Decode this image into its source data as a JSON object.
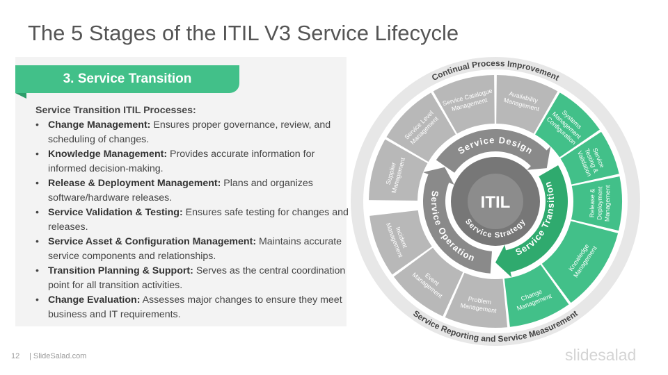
{
  "title": "The 5 Stages of the ITIL V3 Service Lifecycle",
  "ribbon": "3. Service Transition",
  "intro": "Service Transition ITIL Processes:",
  "items": [
    {
      "bold": "Change Management:",
      "text": " Ensures proper governance, review, and scheduling of changes."
    },
    {
      "bold": "Knowledge Management:",
      "text": " Provides accurate information for informed decision-making."
    },
    {
      "bold": "Release & Deployment Management:",
      "text": " Plans and organizes software/hardware releases."
    },
    {
      "bold": "Service Validation & Testing:",
      "text": " Ensures safe testing for changes and releases."
    },
    {
      "bold": "Service Asset & Configuration Management:",
      "text": " Maintains accurate service components and relationships."
    },
    {
      "bold": "Transition Planning & Support:",
      "text": " Serves as the central coordination point for all transition activities."
    },
    {
      "bold": "Change Evaluation:",
      "text": " Assesses major changes to ensure they meet business and IT requirements."
    }
  ],
  "diagram": {
    "outer_top": "Continual Process Improvement",
    "outer_bottom": "Service Reporting and Service Measurement",
    "center": "ITIL",
    "inner": "Service Strategy",
    "design": "Service Design",
    "transition": "Service Transition",
    "operation": "Service Operation",
    "segments": [
      {
        "lines": [
          "Supplier",
          "Management"
        ],
        "highlight": false
      },
      {
        "lines": [
          "Service Level",
          "Management"
        ],
        "highlight": false
      },
      {
        "lines": [
          "Service Catalogue",
          "Management"
        ],
        "highlight": false
      },
      {
        "lines": [
          "Availability",
          "Management"
        ],
        "highlight": false
      },
      {
        "lines": [
          "Systems",
          "Management",
          "Configuration"
        ],
        "highlight": true
      },
      {
        "lines": [
          "Service",
          "Testing &",
          "Validation"
        ],
        "highlight": true
      },
      {
        "lines": [
          "Release &",
          "Deployment",
          "Management"
        ],
        "highlight": true
      },
      {
        "lines": [
          "Knowledge",
          "Management"
        ],
        "highlight": true
      },
      {
        "lines": [
          "Change",
          "Management"
        ],
        "highlight": true
      },
      {
        "lines": [
          "Problem",
          "Management"
        ],
        "highlight": false
      },
      {
        "lines": [
          "Event",
          "Management"
        ],
        "highlight": false
      },
      {
        "lines": [
          "Incident",
          "Management"
        ],
        "highlight": false
      }
    ],
    "colors": {
      "accent": "#42c089",
      "accent_dark": "#2faa6e",
      "gray_segment": "#b8b8b8",
      "gray_ring": "#8a8a8a",
      "center": "#777777",
      "outer_ring": "#e7e7e7"
    }
  },
  "footer": {
    "page": "12",
    "site": "| SlideSalad.com",
    "brand": "slidesalad"
  }
}
